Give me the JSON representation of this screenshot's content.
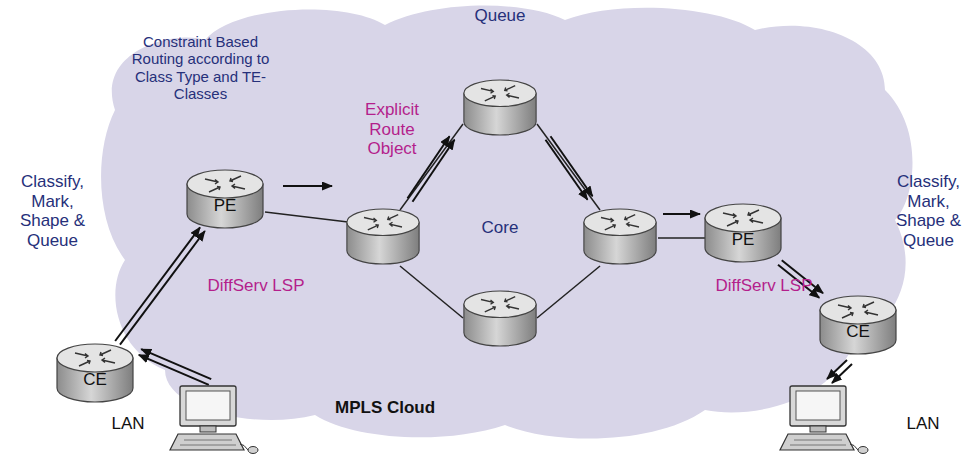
{
  "diagram": {
    "nodes": [
      {
        "text": [
          "MPLS Cloud"
        ]
      },
      {
        "text": [
          "CE"
        ]
      },
      {
        "text": [
          "PE"
        ],
        "in": 0
      },
      {
        "text": [
          "PE"
        ],
        "in": 0
      },
      {
        "text": [
          "CE"
        ]
      }
    ],
    "edges": [
      {
        "from": 1,
        "to": 2,
        "arrow": "to"
      },
      {
        "from": 3,
        "to": 4,
        "arrow": "to"
      }
    ],
    "labels": [
      "Classify, Mark, Shape & Queue",
      "Constraint Based Routing according to Class Type and TE-Classes",
      "DiffServ LSP",
      "Queue",
      "Explicit Route Object",
      "Core",
      "DiffServ LSP",
      "Classify, Mark, Shape & Queue",
      "LAN",
      "LAN"
    ]
  }
}
